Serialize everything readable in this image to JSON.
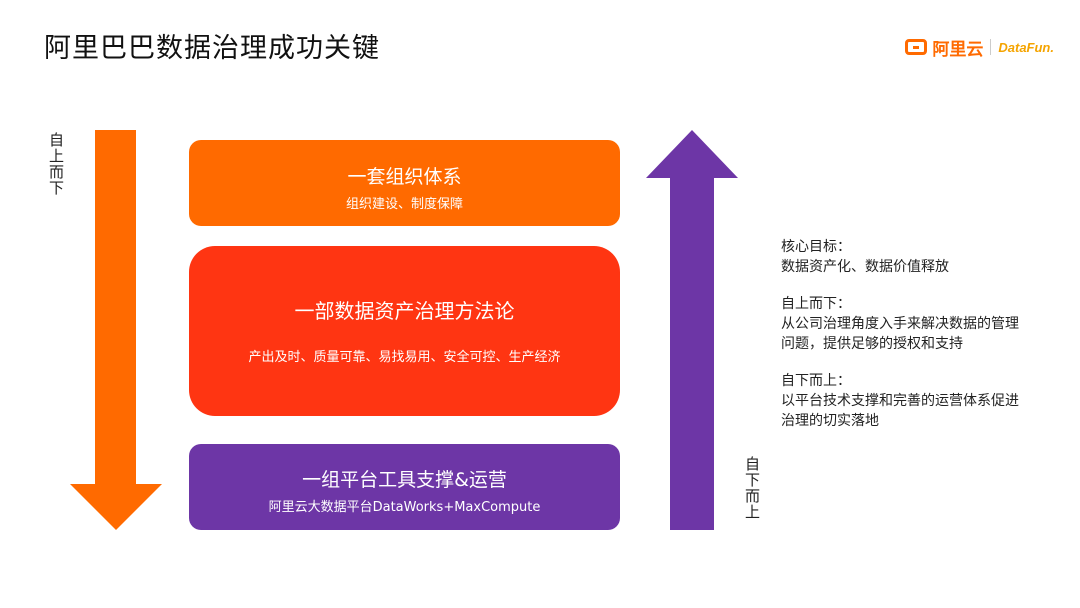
{
  "title": "阿里巴巴数据治理成功关键",
  "logos": {
    "alibaba_cloud": "阿里云",
    "datafun": "DataFun."
  },
  "arrows": {
    "top_down_label": "自上而下",
    "bottom_up_label": "自下而上",
    "top_down_color": "#ff6a00",
    "bottom_up_color": "#6d36a6"
  },
  "layers": [
    {
      "title": "一套组织体系",
      "subtitle": "组织建设、制度保障",
      "color": "#ff6a00"
    },
    {
      "title": "一部数据资产治理方法论",
      "subtitle": "产出及时、质量可靠、易找易用、安全可控、生产经济",
      "color": "#ff3512"
    },
    {
      "title": "一组平台工具支撑&运营",
      "subtitle": "阿里云大数据平台DataWorks+MaxCompute",
      "color": "#6d36a6"
    }
  ],
  "notes": [
    {
      "heading": "核心目标：",
      "lines": [
        "数据资产化、数据价值释放"
      ]
    },
    {
      "heading": "自上而下：",
      "lines": [
        "从公司治理角度入手来解决数据的管理",
        "问题，提供足够的授权和支持"
      ]
    },
    {
      "heading": "自下而上：",
      "lines": [
        "以平台技术支撑和完善的运营体系促进",
        "治理的切实落地"
      ]
    }
  ]
}
